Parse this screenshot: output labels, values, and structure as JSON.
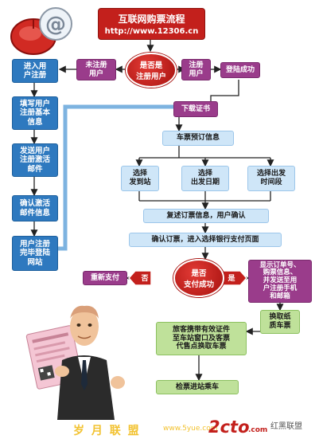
{
  "title": {
    "main": "互联网购票流程",
    "url": "http://www.12306.cn"
  },
  "nodes": {
    "not_registered": "未注册\n用户",
    "is_registered": "是否是\n注册用户",
    "registered": "注册\n用户",
    "login_success": "登陆成功",
    "enter_register": "进入用\n户注册",
    "fill_info": "填写用户\n注册基本\n信息",
    "send_activation": "发送用户\n注册激活\n邮件",
    "confirm_activation": "确认激活\n邮件信息",
    "register_done": "用户注册\n完毕登陆\n网站",
    "download_cert": "下载证书",
    "ticket_booking": "车票预订信息",
    "choose_station": "选择\n发到站",
    "choose_date": "选择\n出发日期",
    "choose_time": "选择出发\n时间段",
    "review_info": "复述订票信息，用户确认",
    "confirm_order": "确认订票，进入选择银行支付页面",
    "pay_success": "是否\n支付成功",
    "no": "否",
    "yes": "是",
    "repay": "重新支付",
    "show_order": "显示订单号、\n购票信息、\n并发送至用\n户注册手机\n和邮箱",
    "exchange_ticket": "换取纸\n质车票",
    "traveler_exchange": "旅客携带有效证件\n至车站窗口及客票\n代售点换取车票",
    "board": "检票进站乘车"
  },
  "footer": {
    "left": "岁 月 联 盟",
    "url": "www.5yue.com",
    "logo": "2cto",
    "logo_suffix": ".com",
    "right_brand": "红黑联盟"
  },
  "colors": {
    "red": "#c3201c",
    "blue": "#2e79bf",
    "green": "#bfe19a",
    "purple": "#9a3c8b",
    "lightblue": "#cfe6f8",
    "arrow": "#2a2a2a",
    "bracket": "#7db3e0"
  }
}
